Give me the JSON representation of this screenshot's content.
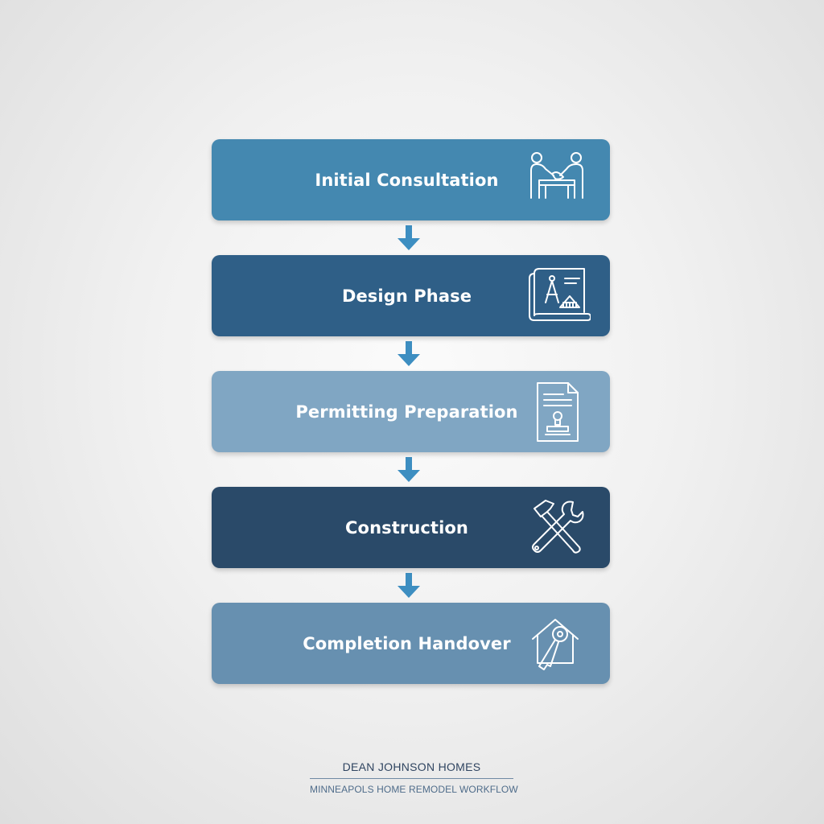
{
  "steps": [
    {
      "label": "Initial Consultation",
      "icon": "handshake-icon",
      "color": "#4488b0"
    },
    {
      "label": "Design Phase",
      "icon": "blueprint-icon",
      "color": "#2f5f87"
    },
    {
      "label": "Permitting Preparation",
      "icon": "permit-document-icon",
      "color": "#80a6c3"
    },
    {
      "label": "Construction",
      "icon": "hammer-wrench-icon",
      "color": "#2a4a69"
    },
    {
      "label": "Completion Handover",
      "icon": "house-key-icon",
      "color": "#6790b0"
    }
  ],
  "arrow_color": "#3d8ec1",
  "footer": {
    "company": "DEAN JOHNSON HOMES",
    "subtitle": "MINNEAPOLS HOME REMODEL WORKFLOW"
  }
}
